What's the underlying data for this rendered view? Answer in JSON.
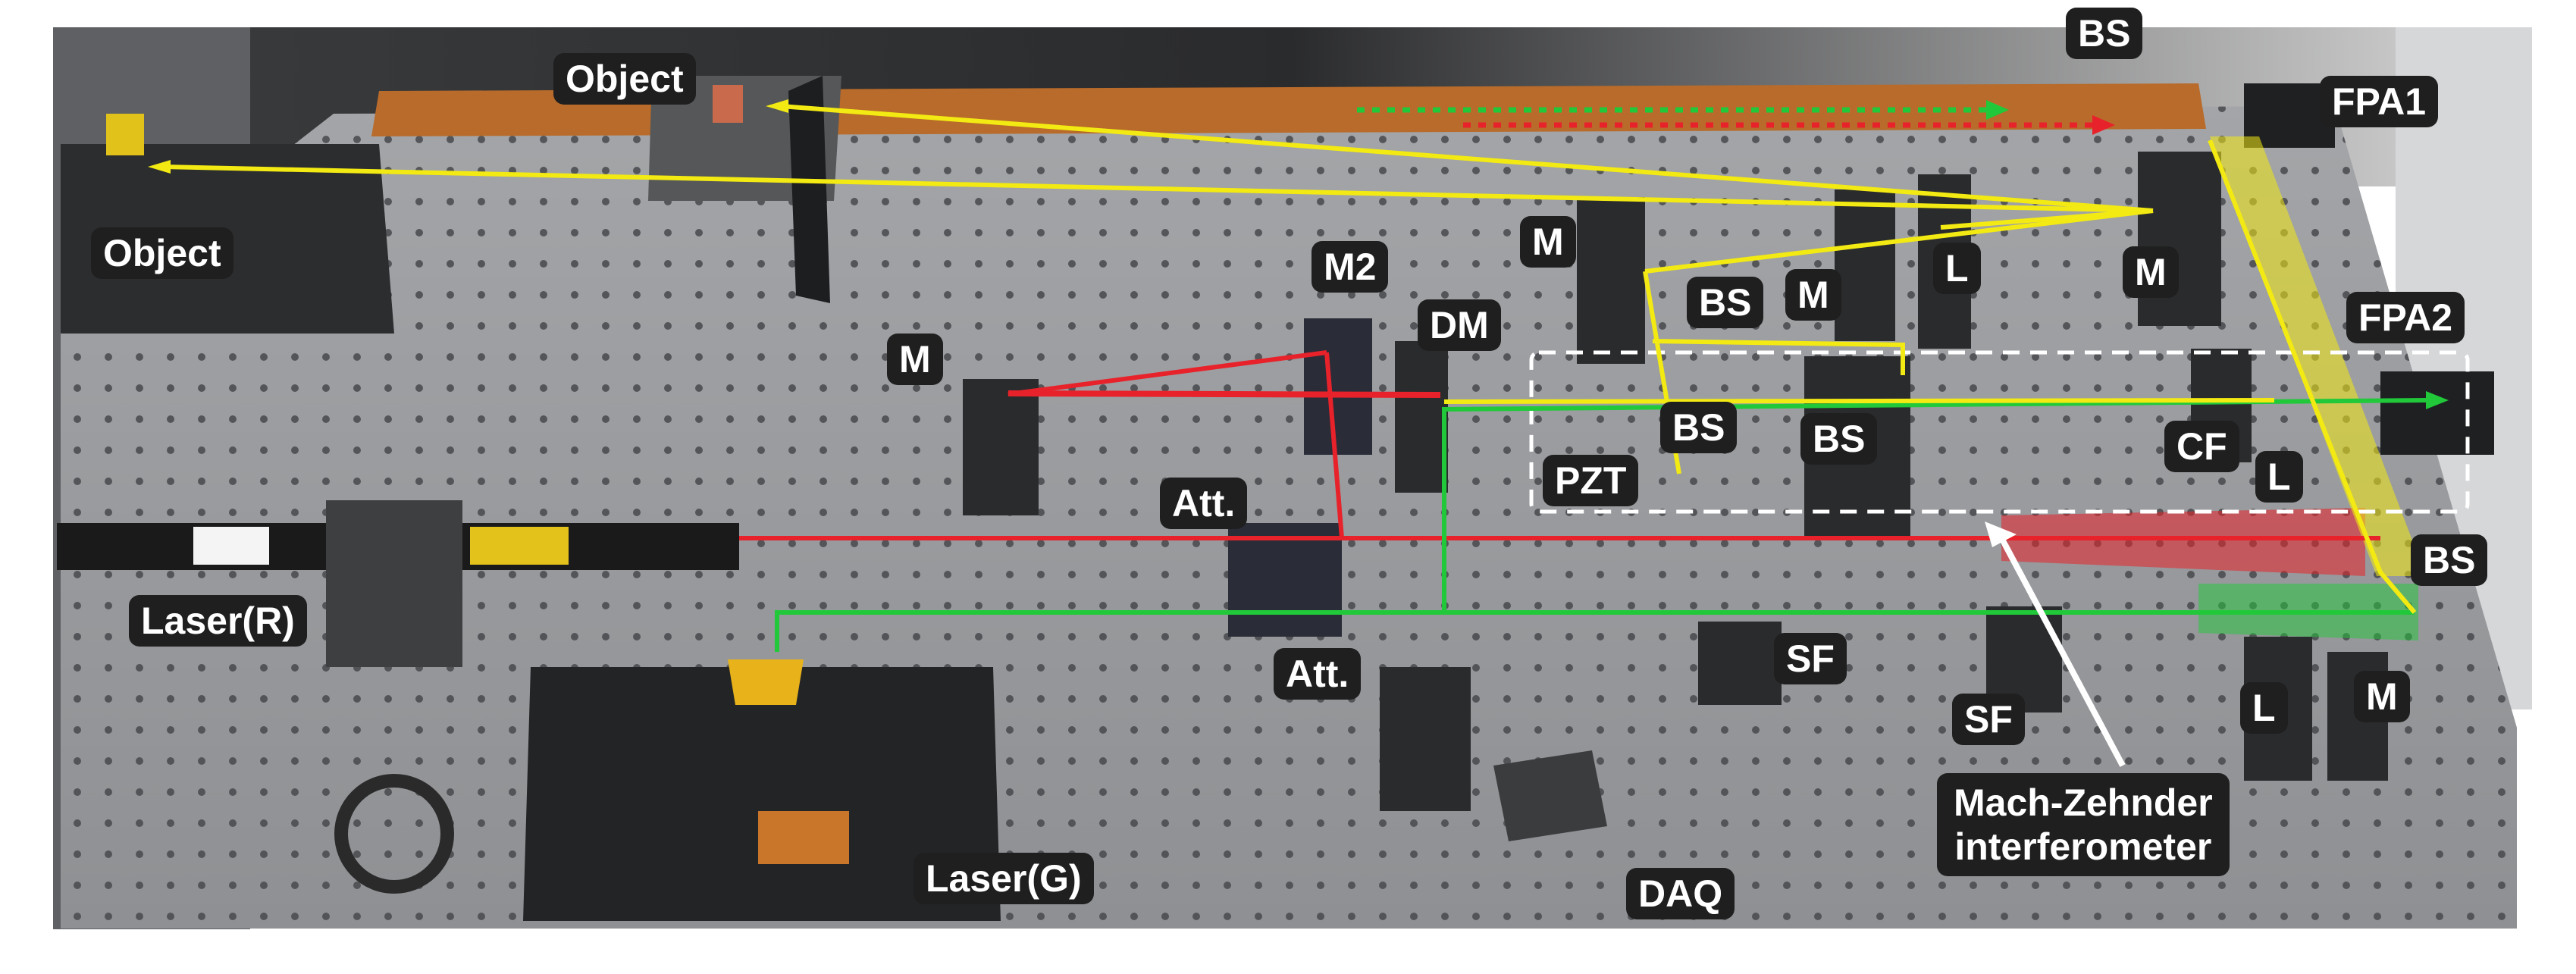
{
  "labels": {
    "object_top": "Object",
    "object_left": "Object",
    "bs_top": "BS",
    "fpa1": "FPA1",
    "m_upper": "M",
    "bs_upper": "BS",
    "m_upper2": "M",
    "l_upper": "L",
    "m_right_upper": "M",
    "m2": "M2",
    "dm": "DM",
    "m_left": "M",
    "fpa2": "FPA2",
    "pzt": "PZT",
    "bs_mid1": "BS",
    "bs_mid2": "BS",
    "cf": "CF",
    "l_mid": "L",
    "att_upper": "Att.",
    "bs_right": "BS",
    "laser_r": "Laser(R)",
    "att_lower": "Att.",
    "sf_1": "SF",
    "sf_2": "SF",
    "l_lower": "L",
    "m_lower": "M",
    "laser_g": "Laser(G)",
    "daq": "DAQ",
    "mach_zehnder": "Mach-Zehnder\ninterferometer"
  },
  "colors": {
    "red_beam": "#e8222a",
    "green_beam": "#21c93a",
    "yellow_beam": "#f2ea12",
    "table": "#9a9c9f",
    "label_bg": "#1f1f1f"
  }
}
